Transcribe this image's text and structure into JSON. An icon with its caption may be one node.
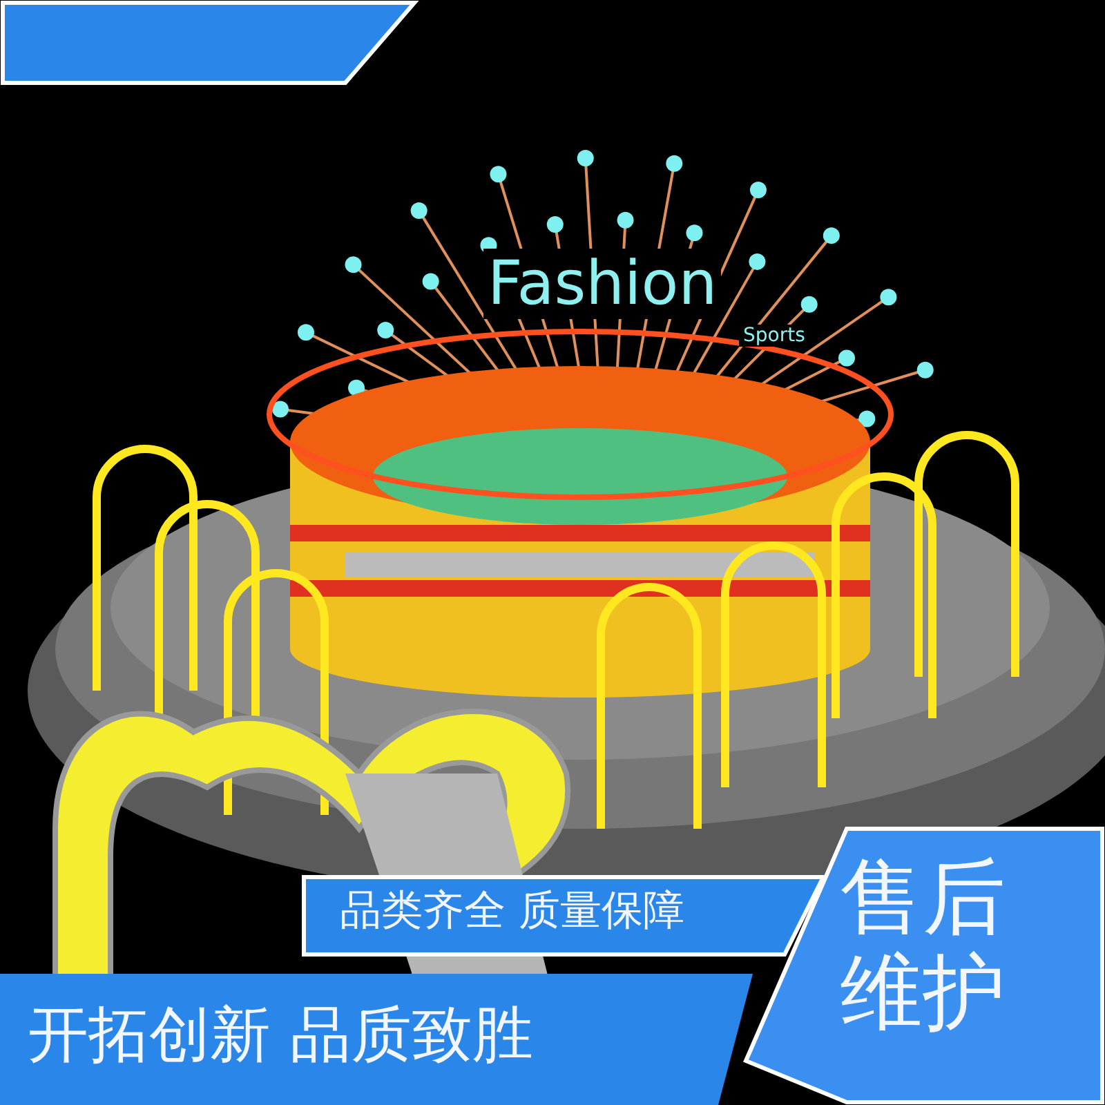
{
  "diagram": {
    "nodes": [
      {
        "text": [],
        "shape": "box"
      },
      {
        "text": [
          "品类齐全 质量保障"
        ]
      },
      {
        "text": [
          "开拓创新 品质致胜"
        ]
      },
      {
        "text": [
          "售后维护"
        ]
      }
    ],
    "labels": [
      "Fashion",
      "Sports"
    ]
  }
}
